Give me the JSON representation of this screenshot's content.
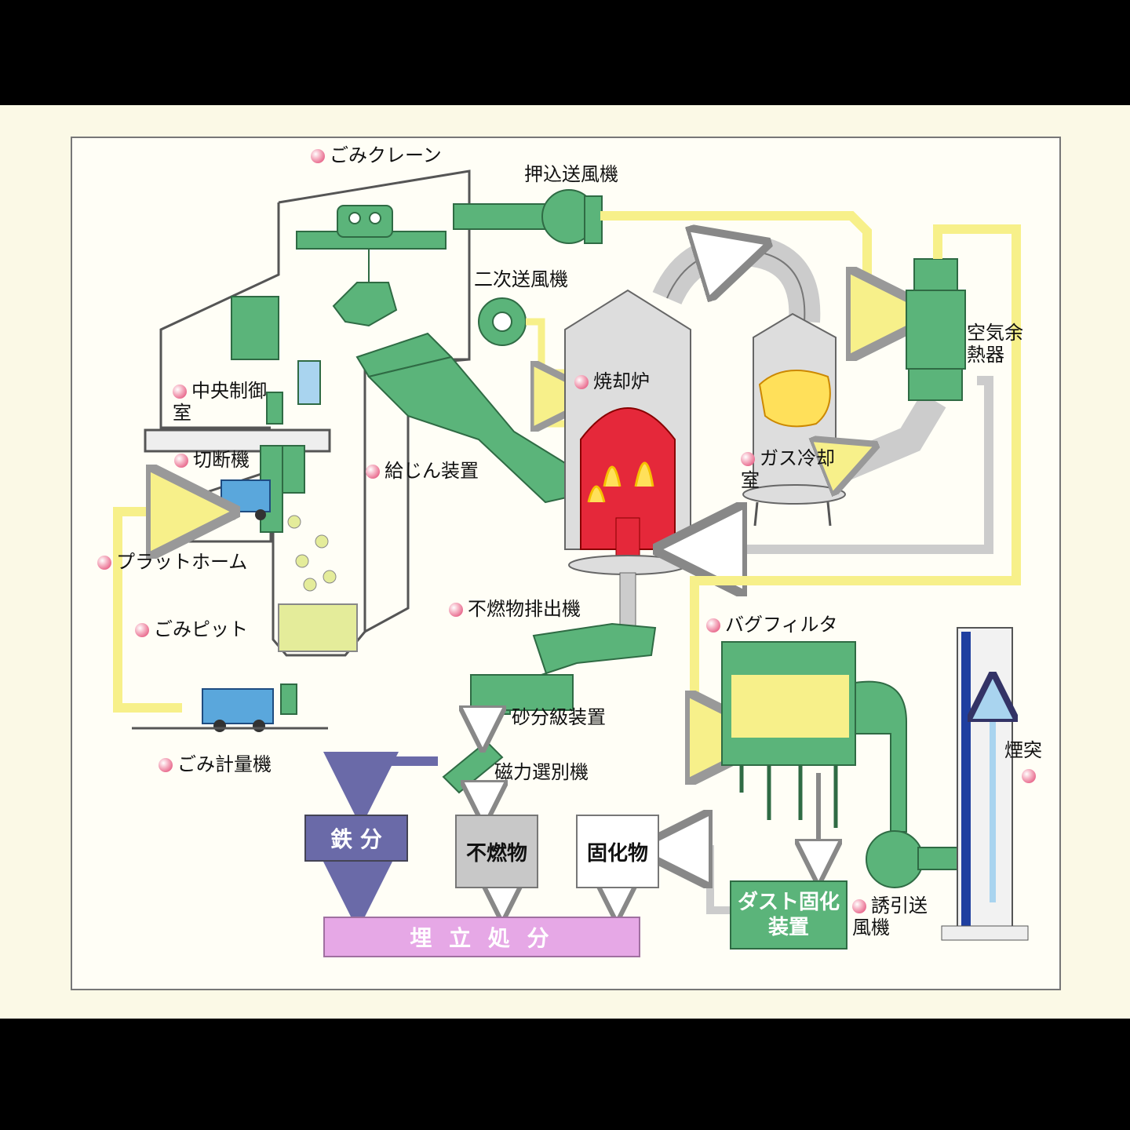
{
  "labels": {
    "crane": "ごみクレーン",
    "forced_fan": "押込送風機",
    "secondary_fan": "二次送風機",
    "air_preheater": "空気余熱器",
    "control_room": "中央制御室",
    "incinerator": "焼却炉",
    "cutter": "切断機",
    "feeder": "給じん装置",
    "gas_cooling": "ガス冷却室",
    "platform": "プラットホーム",
    "noncombustible_discharge": "不燃物排出機",
    "bag_filter": "バグフィルタ",
    "pit": "ごみピット",
    "sand_classifier": "砂分級装置",
    "chimney": "煙突",
    "scale": "ごみ計量機",
    "magnetic_separator": "磁力選別機",
    "induced_fan": "誘引送風機"
  },
  "boxes": {
    "iron": "鉄 分",
    "noncombustible": "不燃物",
    "solidified": "固化物",
    "dust_solidify": "ダスト固化装置",
    "landfill": "埋 立 処 分"
  },
  "colors": {
    "equipment_green": "#5bb47a",
    "air_yellow": "#f7f08a",
    "fire_red": "#e5283a",
    "landfill_pink": "#e6a8e6",
    "iron_purple": "#6a6aa8",
    "bullet_pink": "#e34d78"
  }
}
